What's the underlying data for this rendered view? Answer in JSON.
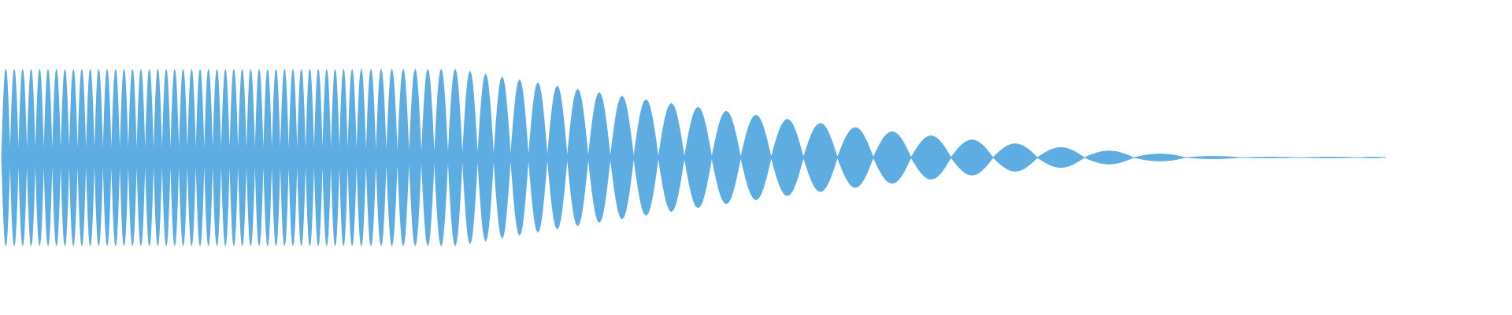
{
  "waveform": {
    "fill_color": "#5DADE2",
    "background_color": "#FFFFFF",
    "envelope": {
      "start_level": 1.0,
      "hold_until": 0.33,
      "end_level": 0.0,
      "end_at": 0.915
    }
  }
}
